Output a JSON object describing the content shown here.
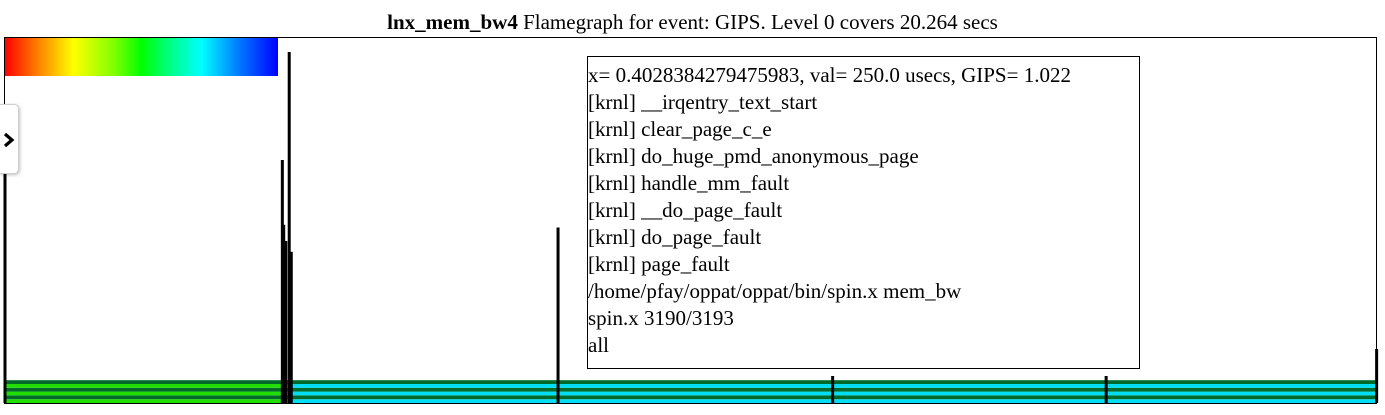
{
  "title": {
    "bold": "lnx_mem_bw4",
    "rest": " Flamegraph for event: GIPS. Level 0 covers 20.264 secs"
  },
  "colors": {
    "green": "#22dd00",
    "cyan": "#00ddf5",
    "dark": "#006a2a",
    "line": "#000000"
  },
  "icons": {
    "toggle": "chevron-right-icon"
  },
  "chart_data": {
    "type": "flamegraph",
    "time_span_secs": 20.264,
    "spikes": [
      {
        "x": 0.0,
        "depth": 8.6
      },
      {
        "x": 0.202,
        "depth": 9.0
      },
      {
        "x": 0.203,
        "depth": 6.6
      },
      {
        "x": 0.2045,
        "depth": 6.0
      },
      {
        "x": 0.207,
        "depth": 13.0
      },
      {
        "x": 0.2085,
        "depth": 5.6
      },
      {
        "x": 0.4028,
        "depth": 6.5
      },
      {
        "x": 0.6028,
        "depth": 1.0
      },
      {
        "x": 0.802,
        "depth": 1.0
      },
      {
        "x": 0.999,
        "depth": 2.0
      }
    ]
  },
  "tooltip": {
    "lines": [
      "x= 0.4028384279475983, val= 250.0 usecs, GIPS= 1.022",
      "[krnl] __irqentry_text_start",
      "[krnl] clear_page_c_e",
      "[krnl] do_huge_pmd_anonymous_page",
      "[krnl] handle_mm_fault",
      "[krnl] __do_page_fault",
      "[krnl] do_page_fault",
      "[krnl] page_fault",
      "/home/pfay/oppat/oppat/bin/spin.x mem_bw",
      "spin.x 3190/3193",
      "all"
    ]
  }
}
